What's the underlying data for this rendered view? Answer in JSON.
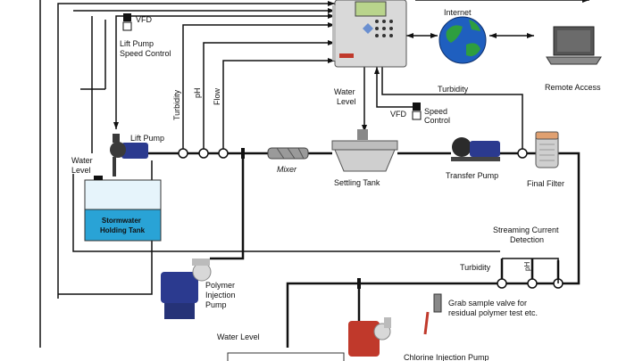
{
  "labels": {
    "vfd_top": "VFD",
    "lift_pump_speed_line1": "Lift Pump",
    "lift_pump_speed_line2": "Speed Control",
    "turbidity_vertical": "Turbidity",
    "ph_vertical": "pH",
    "flow_vertical": "Flow",
    "internet": "Internet",
    "remote_access": "Remote Access",
    "water_level_mid_line1": "Water",
    "water_level_mid_line2": "Level",
    "vfd_mid": "VFD",
    "speed_control_mid_line1": "Speed",
    "speed_control_mid_line2": "Control",
    "turbidity_top_right": "Turbidity",
    "water_level_left_line1": "Water",
    "water_level_left_line2": "Level",
    "lift_pump": "Lift Pump",
    "mixer": "Mixer",
    "settling_tank": "Settling Tank",
    "transfer_pump": "Transfer Pump",
    "final_filter": "Final Filter",
    "tank_line1": "Stormwater",
    "tank_line2": "Holding Tank",
    "streaming_line1": "Streaming Current",
    "streaming_line2": "Detection",
    "turbidity_lower": "Turbidity",
    "ph_lower": "pH",
    "polymer_line1": "Polymer",
    "polymer_line2": "Injection",
    "polymer_line3": "Pump",
    "grab_line1": "Grab sample valve for",
    "grab_line2": "residual polymer test etc.",
    "water_level_bottom": "Water Level",
    "chlorine_pump": "Chlorine Injection Pump"
  },
  "colors": {
    "line": "#111111",
    "pump_blue": "#2b3a8f",
    "pump_red": "#c0392b",
    "tank_water": "#29a3d6",
    "tank_top": "#e6f4fb",
    "controller": "#d9d9d9",
    "display": "#b9d48c",
    "globe_ocean": "#1f5fbf",
    "globe_land": "#2e9e3f"
  }
}
